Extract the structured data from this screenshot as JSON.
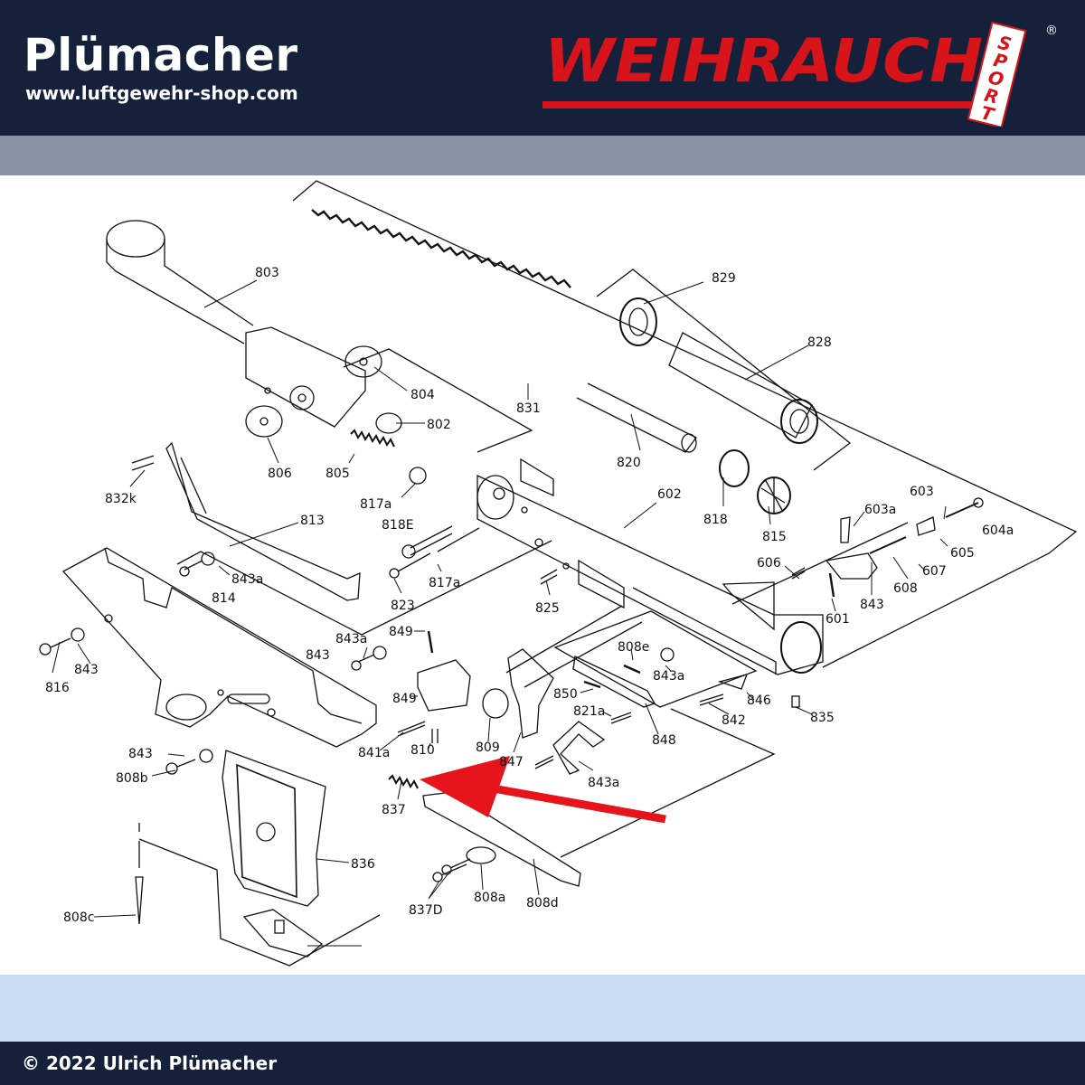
{
  "header": {
    "brand": "Plümacher",
    "url": "www.luftgewehr-shop.com",
    "logo_text": "WEIHRAUCH",
    "logo_sport": "SPORT",
    "logo_registered": "®"
  },
  "diagram": {
    "part_labels": [
      "803",
      "829",
      "828",
      "804",
      "802",
      "831",
      "820",
      "806",
      "805",
      "817a",
      "832k",
      "813",
      "818E",
      "818",
      "815",
      "602",
      "603a",
      "603",
      "604a",
      "605",
      "606",
      "608",
      "607",
      "601",
      "843",
      "843a",
      "814",
      "823",
      "817a",
      "825",
      "849",
      "808e",
      "843a",
      "843",
      "843a",
      "843",
      "816",
      "849",
      "850",
      "846",
      "821a",
      "842",
      "835",
      "841a",
      "810",
      "809",
      "847",
      "848",
      "843a",
      "843",
      "808b",
      "837",
      "836",
      "808c",
      "808a",
      "808d",
      "837D"
    ]
  },
  "colors": {
    "header_bg": "#15213a",
    "band_top": "#8593a3",
    "band_bottom": "#c9dcf1",
    "logo_red": "#d7141a",
    "arrow_red": "#e8141c"
  },
  "footer": {
    "copyright": "© 2022 Ulrich Plümacher"
  }
}
